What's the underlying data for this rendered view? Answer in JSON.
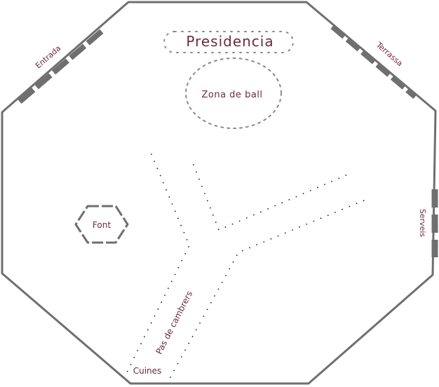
{
  "labels": {
    "presidencia": "Presidencia",
    "zona_ball": "Zona de ball",
    "font": "Font",
    "entrada": "Entrada",
    "terrassa": "Terrassa",
    "serveis": "Serveis",
    "pas_cambrers": "Pas de cambrers",
    "cuines": "Cuines"
  },
  "colors": {
    "wall": "#6f6f6f",
    "label": "#6b2942",
    "dots": "#1a1a1a"
  }
}
